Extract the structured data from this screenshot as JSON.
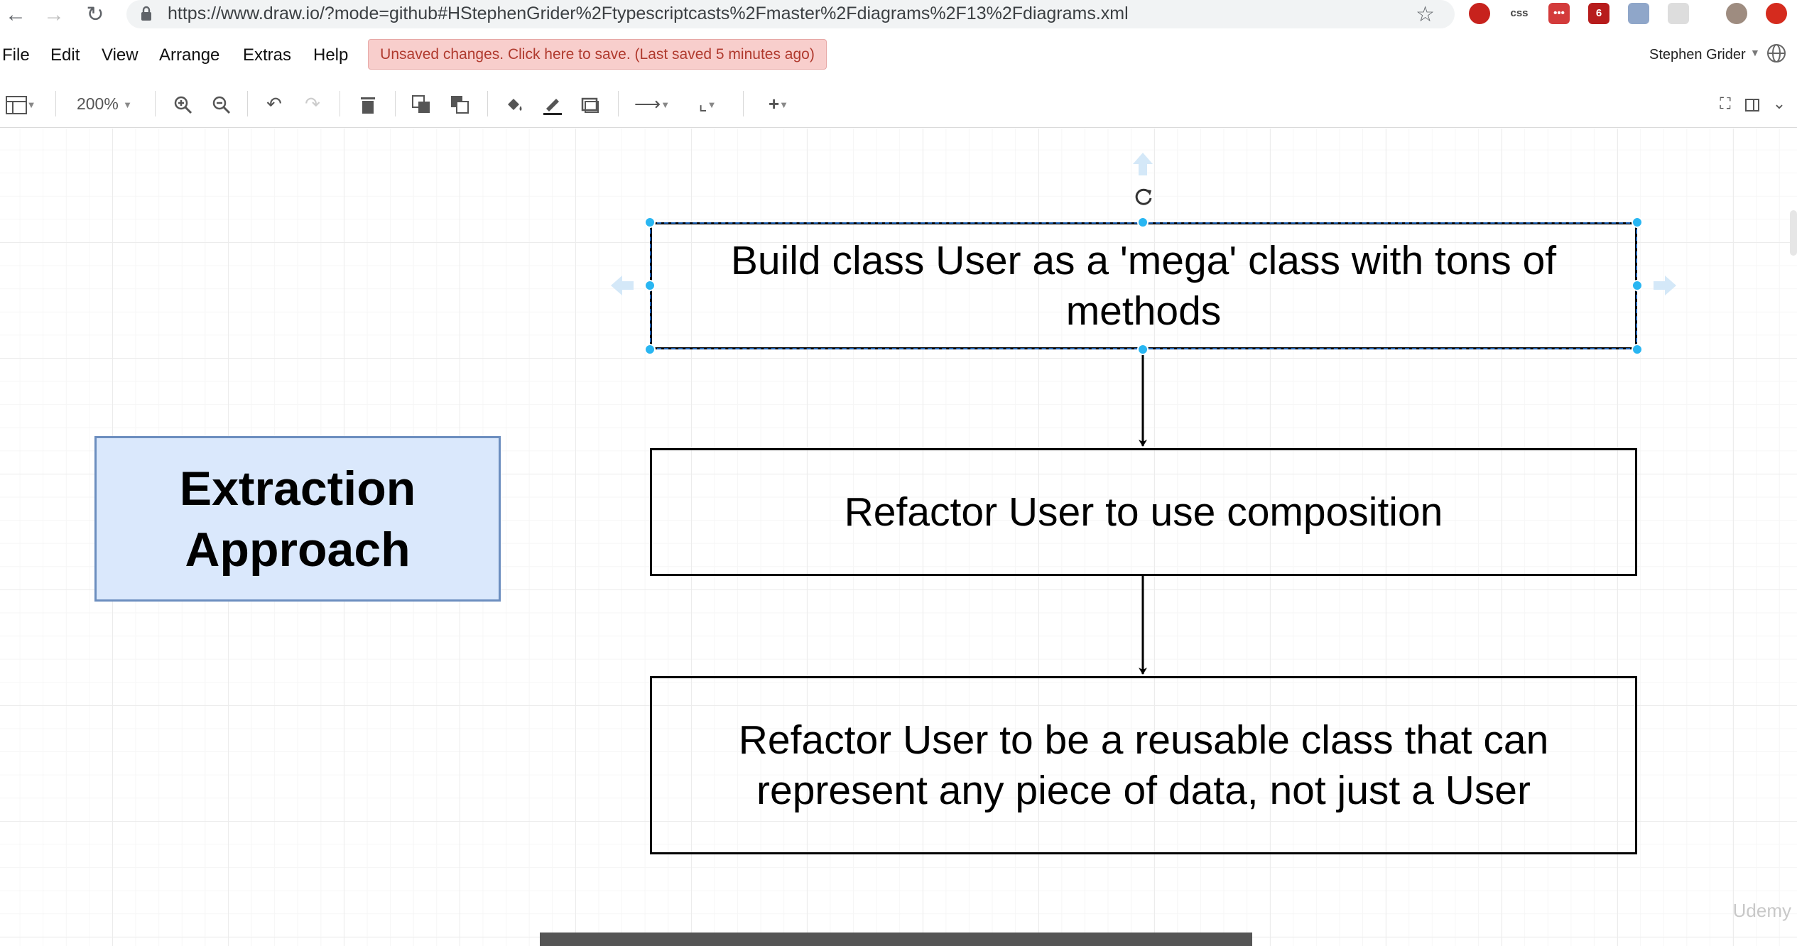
{
  "browser": {
    "url": "https://www.draw.io/?mode=github#HStephenGrider%2Ftypescriptcasts%2Fmaster%2Fdiagrams%2F13%2Fdiagrams.xml",
    "extensions": [
      {
        "name": "ublock-icon",
        "label": "",
        "color": "#c7221d"
      },
      {
        "name": "css-extension-icon",
        "label": "css",
        "color": "#ffffff"
      },
      {
        "name": "dots-extension-icon",
        "label": "•••",
        "color": "#d33b3b"
      },
      {
        "name": "badge-extension-icon",
        "label": "6",
        "color": "#b71c1c"
      },
      {
        "name": "feather-extension-icon",
        "label": "",
        "color": "#8fa6c9"
      },
      {
        "name": "circle-extension-icon",
        "label": "",
        "color": "#dddddd"
      },
      {
        "name": "profile-avatar",
        "label": "",
        "color": "#9e8c80"
      },
      {
        "name": "opera-icon",
        "label": "",
        "color": "#d52b1e"
      }
    ]
  },
  "menubar": {
    "items": [
      "File",
      "Edit",
      "View",
      "Arrange",
      "Extras",
      "Help"
    ],
    "save_banner": "Unsaved changes. Click here to save. (Last saved 5 minutes ago)",
    "user_name": "Stephen Grider"
  },
  "toolbar": {
    "zoom": "200%"
  },
  "diagram": {
    "title_box": "Extraction Approach",
    "steps": [
      "Build class User as a 'mega' class with tons of methods",
      "Refactor User to use composition",
      "Refactor User to be a reusable class that can represent any piece of data, not just a User"
    ],
    "colors": {
      "title_fill": "#dae8fc",
      "title_stroke": "#6c8ebf",
      "selection": "#29b6f2",
      "save_banner_bg": "#f8cecc"
    }
  },
  "watermark": "Udemy"
}
